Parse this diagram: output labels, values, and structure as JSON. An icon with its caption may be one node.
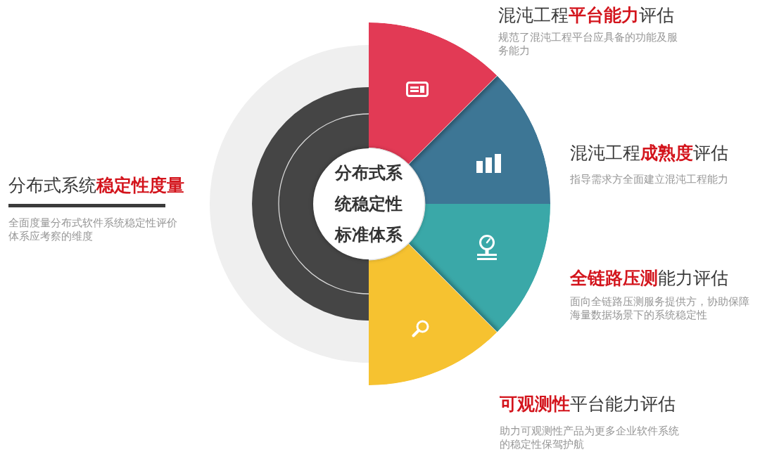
{
  "diagram": {
    "nodes": [
      {
        "text": [
          "分布式系统稳定性标准体系"
        ]
      },
      {
        "text": [],
        "shape": "sector",
        "beside": [
          "混沌工程**平台能力**评估",
          "规范了混沌工程平台应具备的功能及服务能力"
        ]
      },
      {
        "text": [],
        "shape": "sector",
        "beside": [
          "混沌工程**成熟度**评估",
          "指导需求方全面建立混沌工程能力"
        ]
      },
      {
        "text": [],
        "shape": "sector",
        "beside": [
          "**全链路压测**能力评估",
          "面向全链路压测服务提供方，协助保障海量数据场景下的系统稳定性"
        ]
      },
      {
        "text": [],
        "shape": "sector",
        "beside": [
          "**可观测性**平台能力评估",
          "助力可观测性产品为更多企业软件系统的稳定性保驾护航"
        ]
      }
    ],
    "labels": [
      "分布式系统**稳定性度量**",
      "全面度量分布式软件系统稳定性评价体系应考察的维度"
    ]
  }
}
